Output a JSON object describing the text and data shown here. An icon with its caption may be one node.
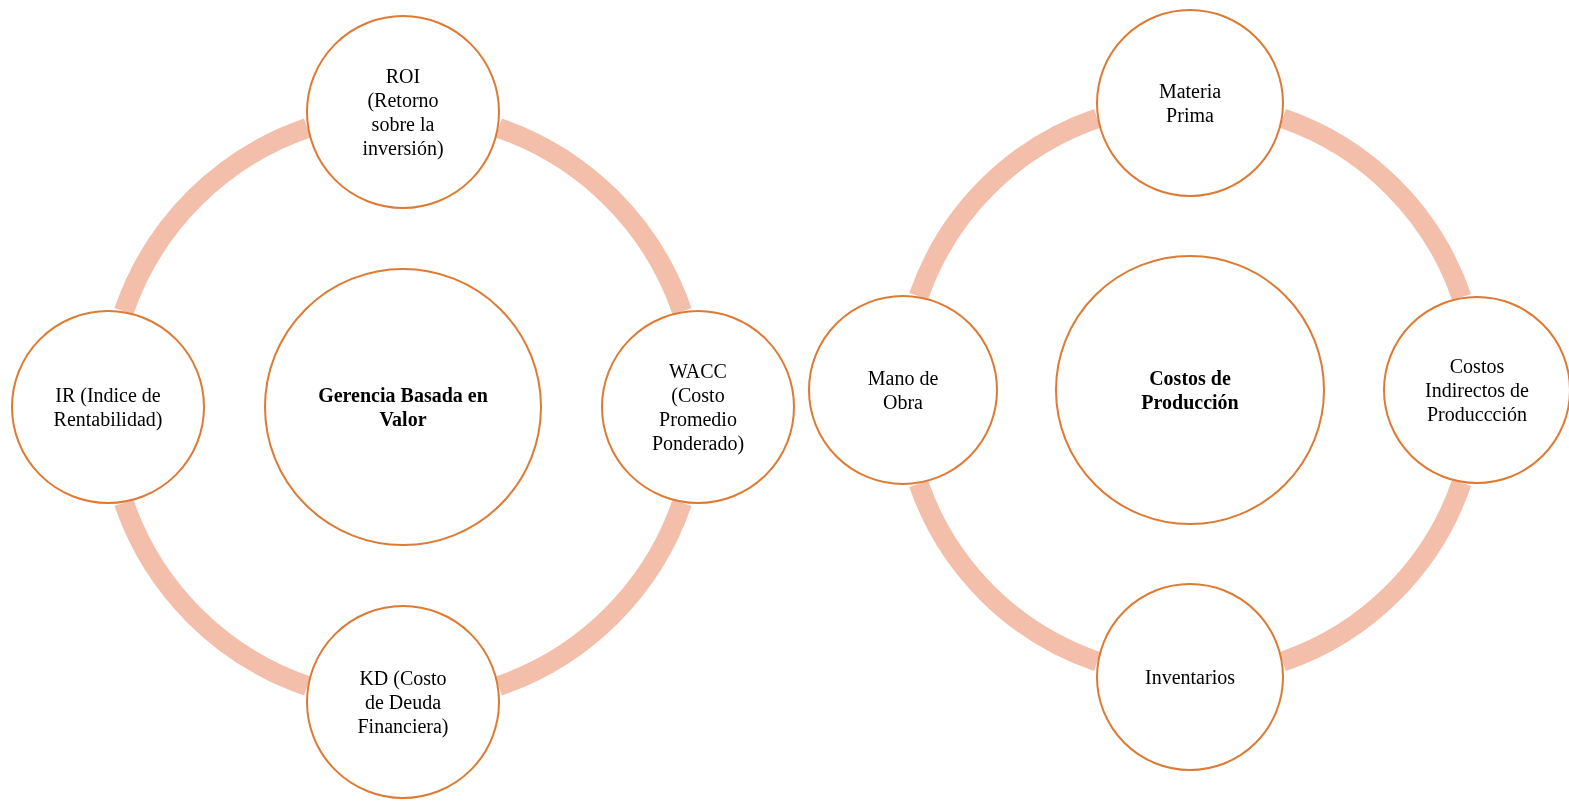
{
  "diagram": {
    "nodes": [
      {
        "text": [
          "Gerencia Basada en Valor"
        ]
      },
      {
        "text": [
          "ROI (Retorno sobre la inversión)"
        ]
      },
      {
        "text": [
          "WACC (Costo Promedio Ponderado)"
        ]
      },
      {
        "text": [
          "KD (Costo de Deuda Financiera)"
        ]
      },
      {
        "text": [
          "IR (Indice de Rentabilidad)"
        ]
      },
      {
        "text": [
          "Costos de Producción"
        ]
      },
      {
        "text": [
          "Materia Prima"
        ]
      },
      {
        "text": [
          "Costos Indirectos de Produccción"
        ]
      },
      {
        "text": [
          "Inventarios"
        ]
      },
      {
        "text": [
          "Mano de Obra"
        ]
      }
    ],
    "edges": [
      {
        "from": 1,
        "to": 2,
        "arrow": "none"
      },
      {
        "from": 2,
        "to": 3,
        "arrow": "none"
      },
      {
        "from": 3,
        "to": 4,
        "arrow": "none"
      },
      {
        "from": 4,
        "to": 1,
        "arrow": "none"
      },
      {
        "from": 6,
        "to": 7,
        "arrow": "none"
      },
      {
        "from": 7,
        "to": 8,
        "arrow": "none"
      },
      {
        "from": 8,
        "to": 9,
        "arrow": "none"
      },
      {
        "from": 9,
        "to": 6,
        "arrow": "none"
      }
    ]
  }
}
